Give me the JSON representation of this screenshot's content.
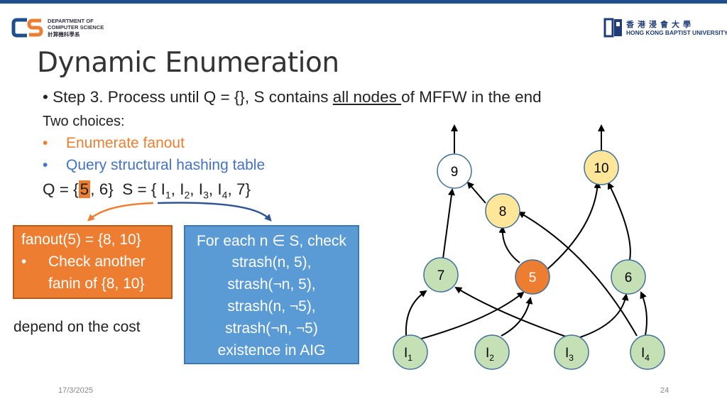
{
  "header": {
    "dept": [
      "DEPARTMENT OF",
      "COMPUTER SCIENCE",
      "計算機科學系"
    ],
    "univ_cn": "香港浸會大學",
    "univ_en": "HONG KONG BAPTIST UNIVERSITY"
  },
  "slide": {
    "title": "Dynamic Enumeration",
    "step_pre": "Step 3. Process until Q = {}, S contains ",
    "step_u": "all nodes ",
    "step_post": "of MFFW in the end",
    "choices": "Two choices:",
    "opt1": "Enumerate fanout",
    "opt2": "Query structural hashing table",
    "q_pre": "Q = {",
    "q_hl": "5",
    "q_post": ", 6}",
    "s_text": "S = { I",
    "i": "I",
    "sub1": "1",
    "sub2": "2",
    "sub3": "3",
    "sub4": "4",
    "comma": ", ",
    "s_end": ", 7}",
    "orange_box": [
      "fanout(5) = {8, 10}",
      "•",
      "Check another",
      "fanin of {8, 10}"
    ],
    "blue_box": [
      "For each n ∈ S, check",
      "strash(n, 5),",
      "strash(¬n, 5),",
      "strash(n, ¬5),",
      "strash(¬n, ¬5)",
      "existence in AIG"
    ],
    "depend": "depend on the cost",
    "date": "17/3/2025",
    "page": "24",
    "bullet": "•"
  },
  "graph": {
    "nodes": [
      "9",
      "10",
      "8",
      "7",
      "5",
      "6",
      "I",
      "I",
      "I",
      "I"
    ],
    "subs": [
      "1",
      "2",
      "3",
      "4"
    ]
  },
  "colors": {
    "orange": "#ed7d31",
    "blue": "#4472c4",
    "node_green": "#c5e0b4",
    "node_yellow": "#ffe699",
    "node_white": "#ffffff"
  }
}
